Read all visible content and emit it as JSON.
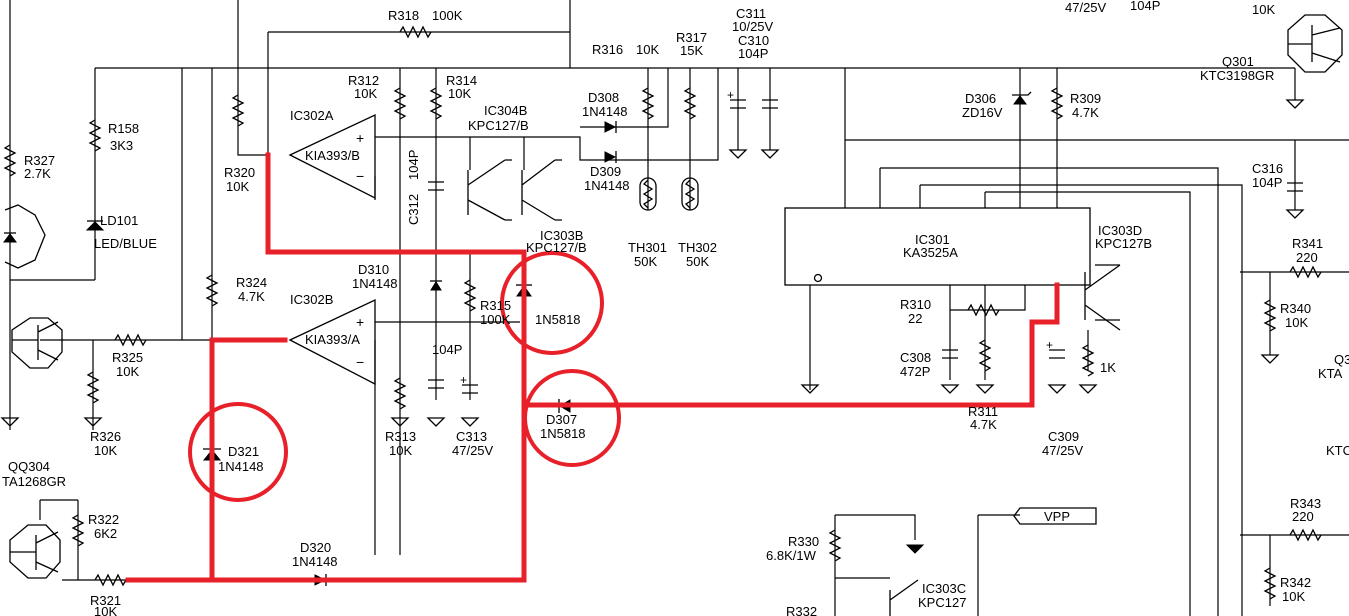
{
  "labels": {
    "r318": "R318",
    "r318v": "100K",
    "r327": "R327",
    "r327v": "2.7K",
    "r158": "R158",
    "r158v": "3K3",
    "ld101": "LD101",
    "ld101v": "LED/BLUE",
    "r320": "R320",
    "r320v": "10K",
    "ic302a": "IC302A",
    "ic302av": "KIA393/B",
    "r312": "R312",
    "r312v": "10K",
    "r314": "R314",
    "r314v": "10K",
    "ic304b": "IC304B",
    "ic304bv": "KPC127/B",
    "d308": "D308",
    "d308v": "1N4148",
    "r316": "R316",
    "r316v": "10K",
    "r317": "R317",
    "r317v": "15K",
    "c311": "C311",
    "c311v": "10/25V",
    "c310": "C310",
    "c310v": "104P",
    "d306": "D306",
    "d306v": "ZD16V",
    "r309": "R309",
    "r309v": "4.7K",
    "top1": "47/25V",
    "top2": "104P",
    "top3": "10K",
    "q301": "Q301",
    "q301v": "KTC3198GR",
    "c312": "C312",
    "c312v": "104P",
    "d309": "D309",
    "d309v": "1N4148",
    "th301": "TH301",
    "th301v": "50K",
    "th302": "TH302",
    "th302v": "50K",
    "c316": "C316",
    "c316v": "104P",
    "ic303b": "IC303B",
    "ic303bv": "KPC127/B",
    "ic301": "IC301",
    "ic301v": "KA3525A",
    "ic303d": "IC303D",
    "ic303dv": "KPC127B",
    "r341": "R341",
    "r341v": "220",
    "d310": "D310",
    "d310v": "1N4148",
    "r324": "R324",
    "r324v": "4.7K",
    "ic302b": "IC302B",
    "ic302bv": "KIA393/A",
    "r315": "R315",
    "r315v": "100K",
    "d1n5818a": "1N5818",
    "r310": "R310",
    "r310v": "22",
    "r340": "R340",
    "r340v": "10K",
    "r325": "R325",
    "r325v": "10K",
    "c104p": "104P",
    "c308": "C308",
    "c308v": "472P",
    "r1k": "1K",
    "qtrunc": "Q3",
    "ktatrunc": "KTA",
    "d307": "D307",
    "d307v": "1N5818",
    "r311": "R311",
    "r311v": "4.7K",
    "r326": "R326",
    "r326v": "10K",
    "d321": "D321",
    "d321v": "1N4148",
    "r313": "R313",
    "r313v": "10K",
    "c313": "C313",
    "c313v": "47/25V",
    "c309": "C309",
    "c309v": "47/25V",
    "ktctrunc": "KTC",
    "qq304": "QQ304",
    "qq304v": "TA1268GR",
    "r322": "R322",
    "r322v": "6K2",
    "vpp": "VPP",
    "r343": "R343",
    "r343v": "220",
    "r330": "R330",
    "r330v": "6.8K/1W",
    "d320": "D320",
    "d320v": "1N4148",
    "r321": "R321",
    "r321v": "10K",
    "ic303c": "IC303C",
    "ic303cv": "KPC127",
    "r332": "R332",
    "r342": "R342",
    "r342v": "10K"
  },
  "colors": {
    "highlight": "#e8202a",
    "ink": "#000000"
  }
}
